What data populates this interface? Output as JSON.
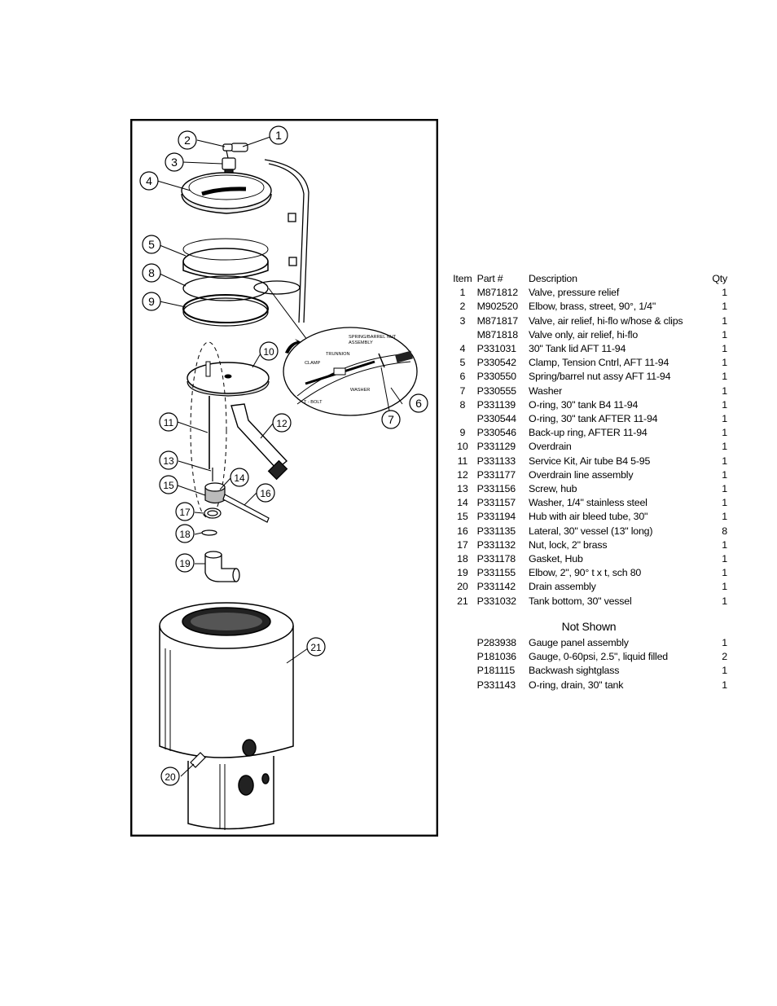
{
  "diagram": {
    "callouts": [
      "1",
      "2",
      "3",
      "4",
      "5",
      "6",
      "7",
      "8",
      "9",
      "10",
      "11",
      "12",
      "13",
      "14",
      "15",
      "16",
      "17",
      "18",
      "19",
      "20",
      "21"
    ],
    "inset_labels": {
      "spring_line1": "SPRING/BARREL NUT",
      "spring_line2": "ASSEMBLY",
      "trunion": "TRUNNION",
      "clamp": "CLAMP",
      "washer": "WASHER",
      "tbolt": "T - BOLT"
    }
  },
  "table": {
    "headers": {
      "item": "Item",
      "part": "Part #",
      "description": "Description",
      "qty": "Qty"
    },
    "rows": [
      {
        "item": "1",
        "part": "M871812",
        "description": "Valve, pressure relief",
        "qty": "1"
      },
      {
        "item": "2",
        "part": "M902520",
        "description": "Elbow, brass, street, 90°, 1/4\"",
        "qty": "1"
      },
      {
        "item": "3",
        "part": "M871817",
        "description": "Valve, air relief, hi-flo w/hose & clips",
        "qty": "1"
      },
      {
        "item": "",
        "part": "M871818",
        "description": "Valve only, air relief, hi-flo",
        "qty": "1"
      },
      {
        "item": "4",
        "part": "P331031",
        "description": "30\" Tank lid AFT 11-94",
        "qty": "1"
      },
      {
        "item": "5",
        "part": "P330542",
        "description": "Clamp, Tension Cntrl, AFT 11-94",
        "qty": "1"
      },
      {
        "item": "6",
        "part": "P330550",
        "description": "Spring/barrel nut assy AFT 11-94",
        "qty": "1"
      },
      {
        "item": "7",
        "part": "P330555",
        "description": "Washer",
        "qty": "1"
      },
      {
        "item": "8",
        "part": "P331139",
        "description": "O-ring, 30\" tank B4 11-94",
        "qty": "1"
      },
      {
        "item": "",
        "part": "P330544",
        "description": "O-ring, 30\" tank AFTER 11-94",
        "qty": "1"
      },
      {
        "item": "9",
        "part": "P330546",
        "description": "Back-up ring, AFTER 11-94",
        "qty": "1"
      },
      {
        "item": "10",
        "part": "P331129",
        "description": "Overdrain",
        "qty": "1"
      },
      {
        "item": "11",
        "part": "P331133",
        "description": "Service Kit, Air tube B4 5-95",
        "qty": "1"
      },
      {
        "item": "12",
        "part": "P331177",
        "description": "Overdrain line assembly",
        "qty": "1"
      },
      {
        "item": "13",
        "part": "P331156",
        "description": "Screw, hub",
        "qty": "1"
      },
      {
        "item": "14",
        "part": "P331157",
        "description": "Washer, 1/4\" stainless steel",
        "qty": "1"
      },
      {
        "item": "15",
        "part": "P331194",
        "description": "Hub with air bleed tube, 30\"",
        "qty": "1"
      },
      {
        "item": "16",
        "part": "P331135",
        "description": "Lateral, 30\" vessel (13\" long)",
        "qty": "8"
      },
      {
        "item": "17",
        "part": "P331132",
        "description": "Nut, lock, 2\" brass",
        "qty": "1"
      },
      {
        "item": "18",
        "part": "P331178",
        "description": "Gasket, Hub",
        "qty": "1"
      },
      {
        "item": "19",
        "part": "P331155",
        "description": "Elbow, 2\", 90° t x t, sch 80",
        "qty": "1"
      },
      {
        "item": "20",
        "part": "P331142",
        "description": "Drain assembly",
        "qty": "1"
      },
      {
        "item": "21",
        "part": "P331032",
        "description": "Tank bottom, 30\" vessel",
        "qty": "1"
      }
    ],
    "not_shown_title": "Not Shown",
    "not_shown": [
      {
        "part": "P283938",
        "description": "Gauge panel assembly",
        "qty": "1"
      },
      {
        "part": "P181036",
        "description": "Gauge, 0-60psi, 2.5\", liquid filled",
        "qty": "2"
      },
      {
        "part": "P181115",
        "description": "Backwash sightglass",
        "qty": "1"
      },
      {
        "part": "P331143",
        "description": "O-ring, drain, 30\" tank",
        "qty": "1"
      }
    ]
  }
}
